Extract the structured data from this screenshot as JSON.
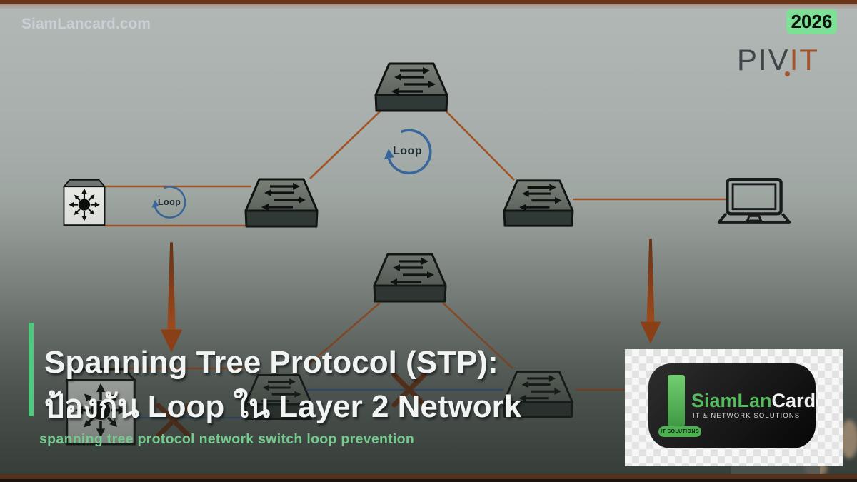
{
  "header": {
    "watermark": "SiamLancard.com",
    "year_badge": "2026",
    "brand": {
      "dark": "PIV",
      "accent": "IT"
    }
  },
  "diagram_top": {
    "loop_label_main": "Loop",
    "loop_label_small": "Loop",
    "nodes": [
      "multilayer-switch",
      "switch",
      "switch",
      "switch",
      "laptop"
    ]
  },
  "diagram_bottom": {
    "nodes": [
      "switch",
      "multilayer-switch",
      "switch",
      "switch"
    ],
    "blocked_link_marks": 2
  },
  "title": {
    "line1": "Spanning Tree Protocol (STP):",
    "line2": "ป้องกัน Loop ใน Layer 2 Network",
    "subtitle": "spanning tree protocol network switch loop prevention"
  },
  "logo_card": {
    "name_part1": "SiamLan",
    "name_part2": "Card",
    "tagline": "IT & NETWORK SOLUTIONS",
    "ribbon": "IT SOLUTIONS"
  },
  "colors": {
    "accent_green": "#4ec97e",
    "badge_green": "#7ee097",
    "subtitle_green": "#74ca8c",
    "logo_green": "#56bb5e",
    "wire_orange": "#a35326",
    "wire_blue": "#39608a",
    "arrow_rust": "#8a4017",
    "blocked_x": "#6f3416",
    "loop_blue": "#38679c",
    "brand_dark": "#3f464a",
    "brand_accent": "#a2542e",
    "title_white": "#f2f4f3"
  }
}
